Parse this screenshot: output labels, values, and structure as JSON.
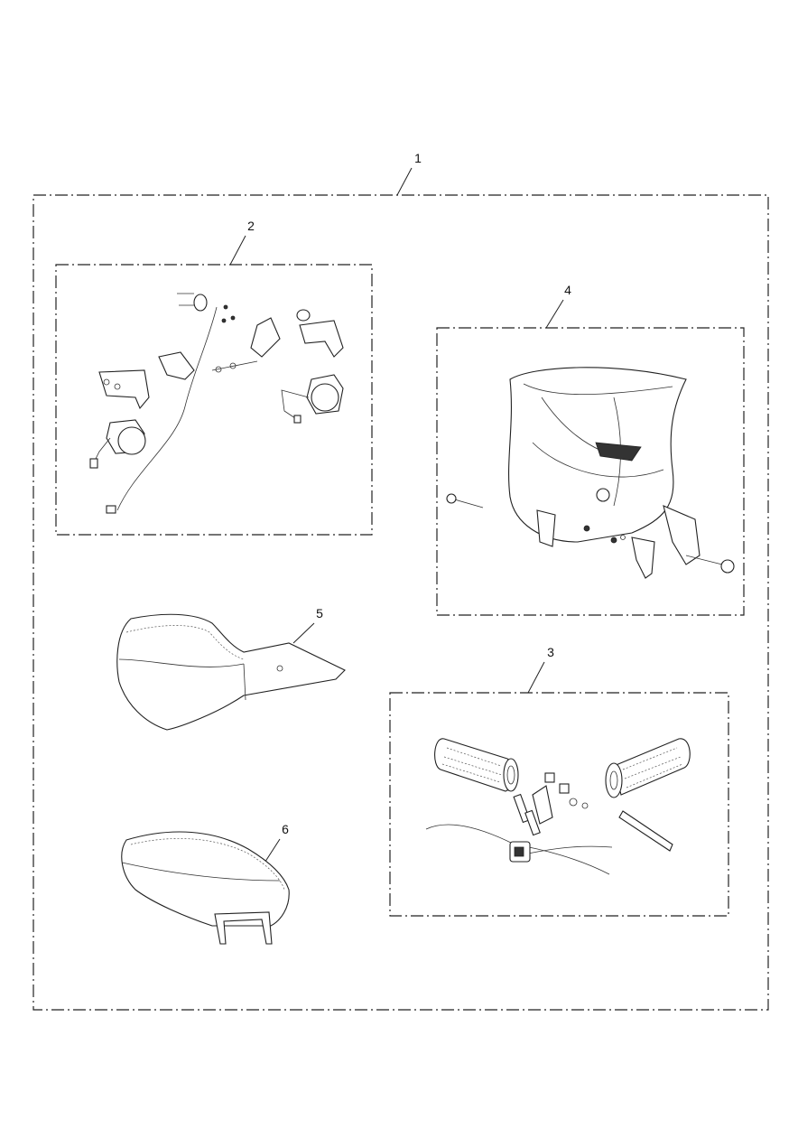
{
  "diagram": {
    "callouts": {
      "kit": "1",
      "fog_light_kit": "2",
      "heated_grip_kit": "3",
      "fly_screen_kit": "4",
      "rider_seat": "5",
      "passenger_seat": "6"
    }
  }
}
